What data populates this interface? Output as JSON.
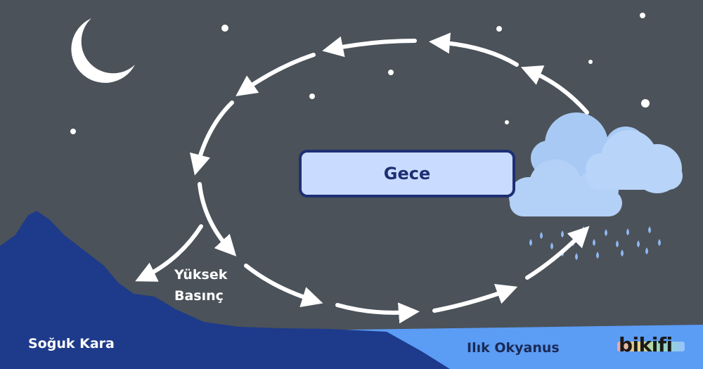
{
  "center_label": "Gece",
  "high_pressure_line1": "Yüksek",
  "high_pressure_line2": "Basınç",
  "land_label": "Soğuk Kara",
  "ocean_label": "Ilık Okyanus",
  "brand": "bikifi",
  "colors": {
    "sky": "#4b5259",
    "land": "#1e3a8a",
    "ocean": "#5b9cf5",
    "cloud": "#a9c9f5",
    "arrow": "#ffffff",
    "box_fill": "#c9dcff",
    "box_border": "#1e2f73"
  }
}
